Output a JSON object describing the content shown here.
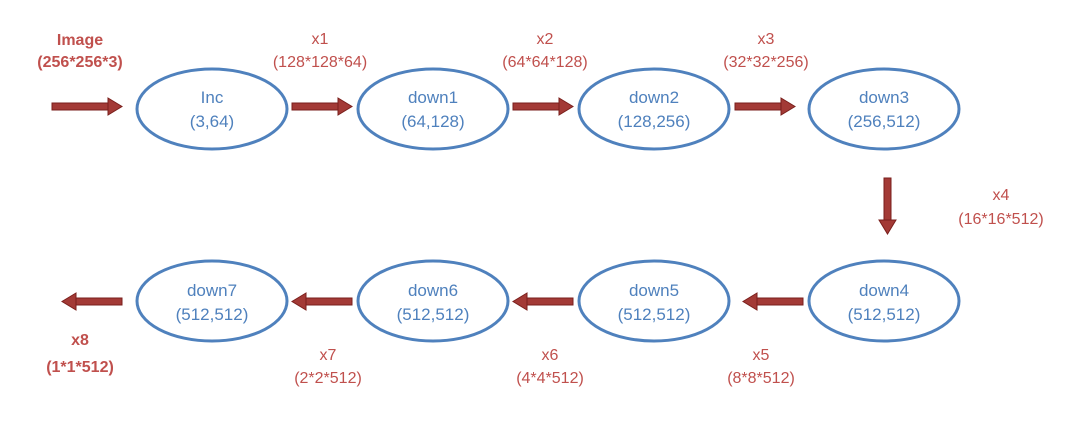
{
  "input": {
    "name": "Image",
    "shape": "(256*256*3)"
  },
  "nodes": [
    {
      "name": "Inc",
      "params": "(3,64)"
    },
    {
      "name": "down1",
      "params": "(64,128)"
    },
    {
      "name": "down2",
      "params": "(128,256)"
    },
    {
      "name": "down3",
      "params": "(256,512)"
    },
    {
      "name": "down4",
      "params": "(512,512)"
    },
    {
      "name": "down5",
      "params": "(512,512)"
    },
    {
      "name": "down6",
      "params": "(512,512)"
    },
    {
      "name": "down7",
      "params": "(512,512)"
    }
  ],
  "edges": [
    {
      "name": "x1",
      "shape": "(128*128*64)"
    },
    {
      "name": "x2",
      "shape": "(64*64*128)"
    },
    {
      "name": "x3",
      "shape": "(32*32*256)"
    },
    {
      "name": "x4",
      "shape": "(16*16*512)"
    },
    {
      "name": "x5",
      "shape": "(8*8*512)"
    },
    {
      "name": "x6",
      "shape": "(4*4*512)"
    },
    {
      "name": "x7",
      "shape": "(2*2*512)"
    }
  ],
  "output": {
    "name": "x8",
    "shape": "(1*1*512)"
  },
  "colors": {
    "node_stroke": "#4f81bd",
    "node_text": "#4f81bd",
    "label_text": "#c0504d",
    "arrow": "#a33a36"
  }
}
